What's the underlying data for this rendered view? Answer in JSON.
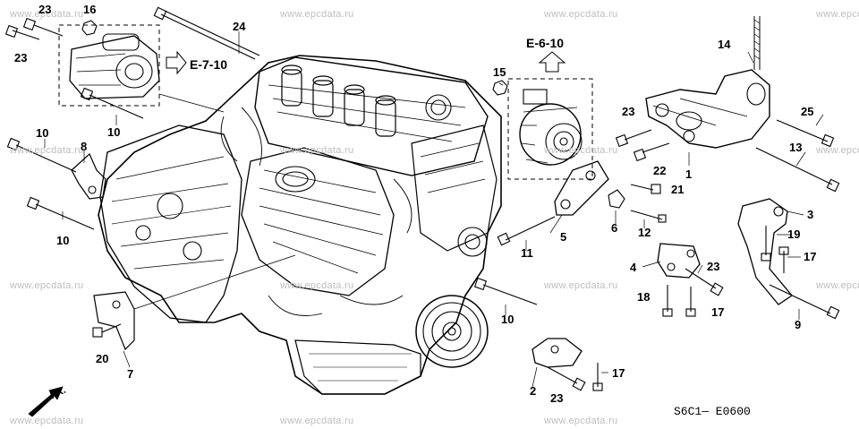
{
  "watermarks": [
    "www.epcdata.ru",
    "www.epcdata.ru",
    "www.epcdata.ru",
    "www.epcdata.ru",
    "www.epcdata.ru",
    "www.epcdata.ru",
    "www.epcdata.ru",
    "www.epcdata.ru",
    "www.epcdata.ru",
    "www.epcdata.ru",
    "www.epcdata.ru",
    "www.epcdata.ru",
    "www.epcdata.ru",
    "www.epcdata.ru",
    "www.epcdata.ru"
  ],
  "refs": {
    "starter": "E-7-10",
    "alternator": "E-6-10"
  },
  "front_label": "FR.",
  "diagram_code": "S6C1— E0600",
  "callouts": {
    "c23a": "23",
    "c16": "16",
    "c23b": "23",
    "c24": "24",
    "c10a": "10",
    "c8": "8",
    "c10b": "10",
    "c10c": "10",
    "c15": "15",
    "c14": "14",
    "c23c": "23",
    "c25": "25",
    "c22": "22",
    "c1": "1",
    "c13": "13",
    "c21": "21",
    "c5": "5",
    "c6": "6",
    "c11": "11",
    "c12": "12",
    "c3": "3",
    "c19": "19",
    "c17a": "17",
    "c4": "4",
    "c23d": "23",
    "c18": "18",
    "c17b": "17",
    "c9": "9",
    "c10d": "10",
    "c20": "20",
    "c7": "7",
    "c2": "2",
    "c23e": "23",
    "c17c": "17"
  },
  "icons": [
    "arrow-right-icon",
    "arrow-up-icon",
    "front-arrow-icon"
  ]
}
